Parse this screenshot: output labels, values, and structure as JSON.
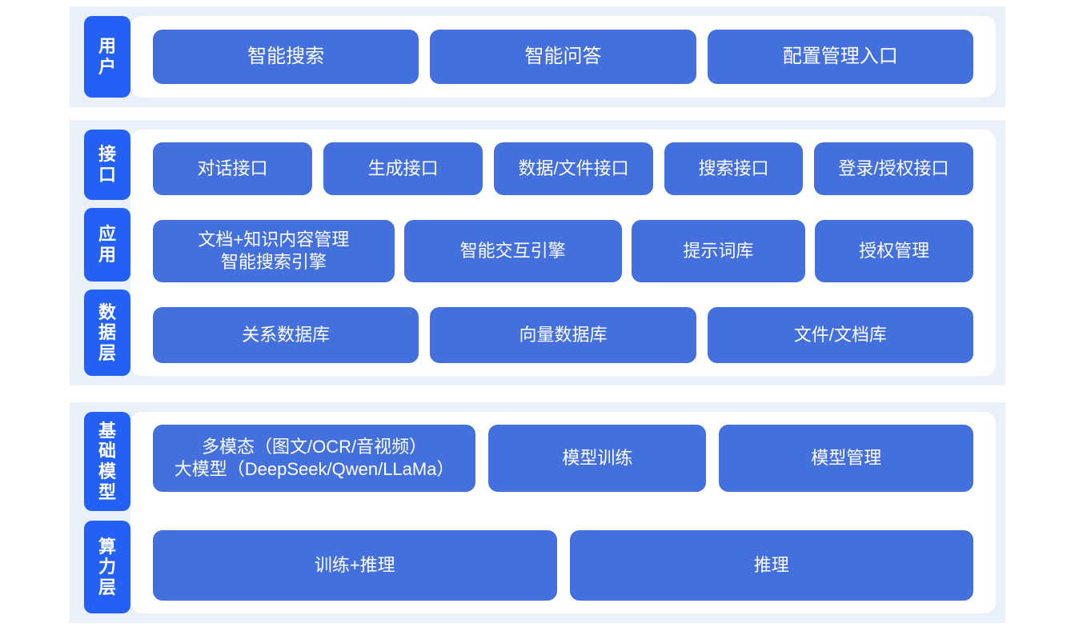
{
  "colors": {
    "band_background": "#eaf0f9",
    "card_background": "#ffffff",
    "tab_blue": "#2361f5",
    "box_blue": "#4470dd",
    "text_on_blue": "#ffffff",
    "page_background": "#ffffff"
  },
  "sections": [
    {
      "id": "users",
      "tab_label": "用户",
      "rows": [
        {
          "id": "user-entries",
          "boxes": [
            {
              "label": "智能搜索"
            },
            {
              "label": "智能问答"
            },
            {
              "label": "配置管理入口"
            }
          ]
        }
      ]
    },
    {
      "id": "middle",
      "tabs": [
        {
          "id": "api",
          "label": "接口"
        },
        {
          "id": "app",
          "label": "应用"
        },
        {
          "id": "data",
          "label": "数据层"
        }
      ],
      "rows": [
        {
          "id": "api-row",
          "boxes": [
            {
              "label": "对话接口",
              "flex": 2.05
            },
            {
              "label": "生成接口",
              "flex": 2.05
            },
            {
              "label": "数据/文件接口",
              "flex": 2.05
            },
            {
              "label": "搜索接口",
              "flex": 1.78
            },
            {
              "label": "登录/授权接口",
              "flex": 2.05
            }
          ]
        },
        {
          "id": "app-row",
          "boxes": [
            {
              "label": "文档+知识内容管理\n智能搜索引擎",
              "flex": 3.05
            },
            {
              "label": "智能交互引擎",
              "flex": 2.75
            },
            {
              "label": "提示词库",
              "flex": 2.2
            },
            {
              "label": "授权管理",
              "flex": 2.0
            }
          ]
        },
        {
          "id": "data-row",
          "boxes": [
            {
              "label": "关系数据库"
            },
            {
              "label": "向量数据库"
            },
            {
              "label": "文件/文档库"
            }
          ]
        }
      ]
    },
    {
      "id": "base",
      "tabs": [
        {
          "id": "model",
          "label": "基础模型"
        },
        {
          "id": "compute",
          "label": "算力层"
        }
      ],
      "rows": [
        {
          "id": "model-row",
          "boxes": [
            {
              "label": "多模态（图文/OCR/音视频）\n大模型（DeepSeek/Qwen/LLaMa）",
              "flex": 4.0
            },
            {
              "label": "模型训练",
              "flex": 2.7
            },
            {
              "label": "模型管理",
              "flex": 3.15
            }
          ]
        },
        {
          "id": "compute-row",
          "boxes": [
            {
              "label": "训练+推理"
            },
            {
              "label": "推理"
            }
          ]
        }
      ]
    }
  ]
}
